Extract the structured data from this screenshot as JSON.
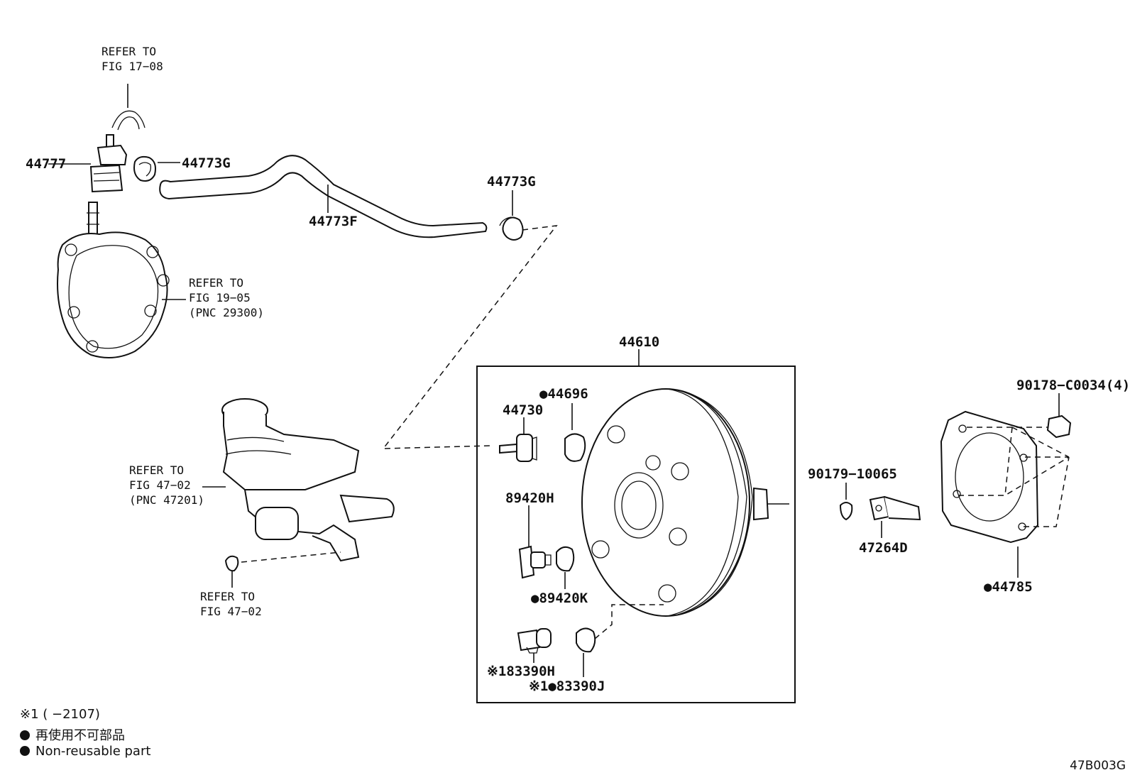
{
  "labels": {
    "p44777": "44777",
    "p44773G_a": "44773G",
    "p44773F": "44773F",
    "p44773G_b": "44773G",
    "p44610": "44610",
    "p44696": "●44696",
    "p44730": "44730",
    "p89420H": "89420H",
    "p89420K": "●89420K",
    "p83390H": "※183390H",
    "p83390J": "※1●83390J",
    "p90178": "90178−C0034(4)",
    "p90179": "90179−10065",
    "p47264D": "47264D",
    "p44785": "●44785"
  },
  "refs": {
    "ref_17_08": [
      "REFER TO",
      "FIG 17−08"
    ],
    "ref_19_05": [
      "REFER TO",
      "FIG 19−05",
      "(PNC 29300)"
    ],
    "ref_47_02_pnc": [
      "REFER TO",
      "FIG 47−02",
      "(PNC 47201)"
    ],
    "ref_47_02": [
      "REFER TO",
      "FIG 47−02"
    ]
  },
  "legend": {
    "note1": "※1 (       −2107)",
    "non_reusable_jp": "再使用不可部品",
    "non_reusable_en": "Non-reusable part"
  },
  "figure_code": "47B003G"
}
